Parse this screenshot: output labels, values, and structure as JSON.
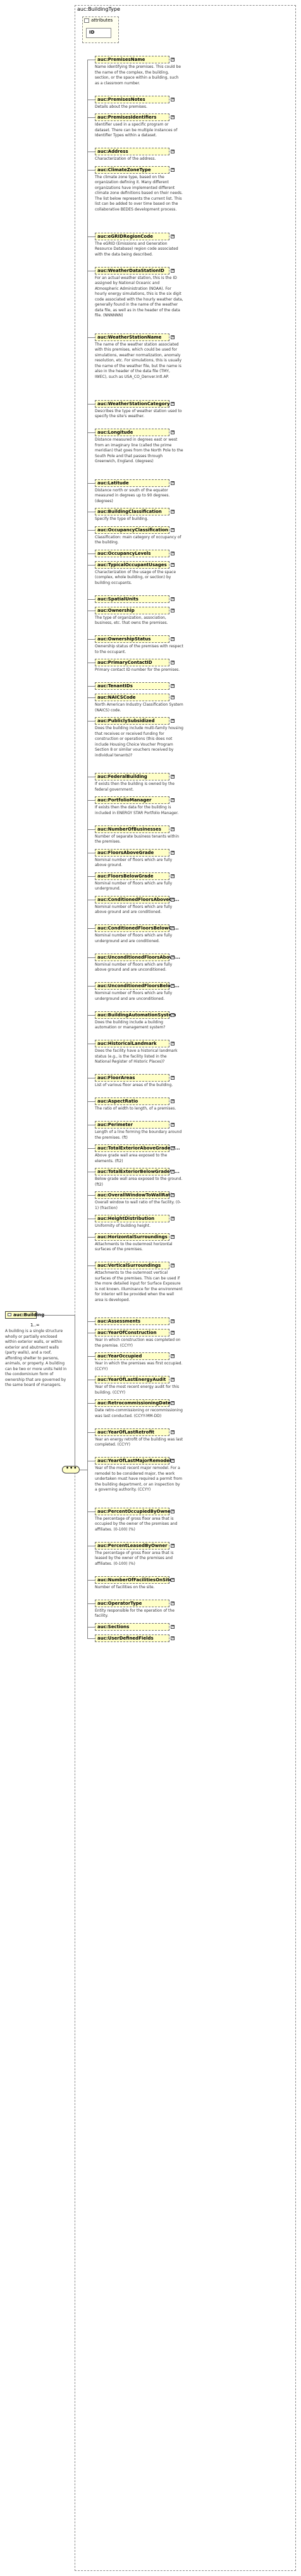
{
  "frame": {
    "title": "auc:BuildingType"
  },
  "attributes": {
    "label": "attributes",
    "id": "ID"
  },
  "root": {
    "name": "auc:Building",
    "cardinality": "1..∞",
    "description": "A building is a single structure wholly or partially enclosed within exterior walls, or within exterior and abutment walls (party walls), and a roof, affording shelter to persons, animals, or property. A building can be two or more units held in the condominium form of ownership that are governed by the same board of managers."
  },
  "sequence": {
    "symbol": "•••"
  },
  "elements": [
    {
      "name": "auc:PremisesName",
      "desc": "Name identifying the premises. This could be the name of the complex, the building, section, or the space within a building, such as a classroom number.",
      "card": ""
    },
    {
      "name": "auc:PremisesNotes",
      "desc": "Details about the premises.",
      "card": ""
    },
    {
      "name": "auc:PremisesIdentifiers",
      "desc": "Identifier used in a specific program or dataset. There can be multiple instances of Identifier Types within a dataset.",
      "card": ""
    },
    {
      "name": "auc:Address",
      "desc": "Characterization of the address.",
      "card": ""
    },
    {
      "name": "auc:ClimateZoneType",
      "desc": "The climate zone type, based on the organization defining it. Many different organizations have implemented different climate zone definitions based on their needs. The list below represents the current list. This list can be added to over time based on the collaborative BEDES development process.",
      "card": ""
    },
    {
      "name": "auc:eGRIDRegionCode",
      "desc": "The eGRID (Emissions and Generation Resource Database) region code associated with the data being described.",
      "card": ""
    },
    {
      "name": "auc:WeatherDataStationID",
      "desc": "For an actual weather station, this is the ID assigned by National Oceanic and Atmospheric Administration (NOAA). For hourly energy simulations, this is the six digit code associated with the hourly weather data, generally found in the name of the weather data file, as well as in the header of the data file. (NNNNNN)",
      "card": ""
    },
    {
      "name": "auc:WeatherStationName",
      "desc": "The name of the weather station associated with this premises, which could be used for simulations, weather normalization, anomaly resolution, etc. For simulations, this is usually the name of the weather file, but the name is also in the header of the data file (TMY, IWEC), such as USA_CO_Denver.Intl.AP.",
      "card": ""
    },
    {
      "name": "auc:WeatherStationCategory",
      "desc": "Describes the type of weather station used to specify the site's weather.",
      "card": ""
    },
    {
      "name": "auc:Longitude",
      "desc": "Distance measured in degrees east or west from an imaginary line (called the prime meridian) that goes from the North Pole to the South Pole and that passes through Greenwich, England. (degrees)",
      "card": ""
    },
    {
      "name": "auc:Latitude",
      "desc": "Distance north or south of the equator measured in degrees up to 90 degrees. (degrees)",
      "card": ""
    },
    {
      "name": "auc:BuildingClassification",
      "desc": "Specify the type of building.",
      "card": ""
    },
    {
      "name": "auc:OccupancyClassification",
      "desc": "Classification: main category of occupancy of the building.",
      "card": ""
    },
    {
      "name": "auc:OccupancyLevels",
      "desc": "",
      "card": ""
    },
    {
      "name": "auc:TypicalOccupantUsages",
      "desc": "Characterization of the usage of the space (complex, whole building, or section) by building occupants.",
      "card": ""
    },
    {
      "name": "auc:SpatialUnits",
      "desc": "",
      "card": ""
    },
    {
      "name": "auc:Ownership",
      "desc": "The type of organization, association, business, etc. that owns the premises.",
      "card": ""
    },
    {
      "name": "auc:OwnershipStatus",
      "desc": "Ownership status of the premises with respect to the occupant.",
      "card": ""
    },
    {
      "name": "auc:PrimaryContactID",
      "desc": "Primary contact ID number for the premises.",
      "card": ""
    },
    {
      "name": "auc:TenantIDs",
      "desc": "",
      "card": ""
    },
    {
      "name": "auc:NAICSCode",
      "desc": "North American Industry Classification System (NAICS) code.",
      "card": ""
    },
    {
      "name": "auc:PubliclySubsidized",
      "desc": "Does the building include multi-family housing that receives or received funding for construction or operations (this does not include Housing Choice Voucher Program Section 8 or similar vouchers received by individual tenants)?",
      "card": ""
    },
    {
      "name": "auc:FederalBuilding",
      "desc": "If exists then the building is owned by the federal government.",
      "card": ""
    },
    {
      "name": "auc:PortfolioManager",
      "desc": "If exists then the data for the building is included in ENERGY STAR Portfolio Manager.",
      "card": ""
    },
    {
      "name": "auc:NumberOfBusinesses",
      "desc": "Number of separate business tenants within the premises.",
      "card": ""
    },
    {
      "name": "auc:FloorsAboveGrade",
      "desc": "Nominal number of floors which are fully above ground.",
      "card": ""
    },
    {
      "name": "auc:FloorsBelowGrade",
      "desc": "Nominal number of floors which are fully underground.",
      "card": ""
    },
    {
      "name": "auc:ConditionedFloorsAboveGr...",
      "desc": "Nominal number of floors which are fully above ground and are conditioned.",
      "card": ""
    },
    {
      "name": "auc:ConditionedFloorsBelowGr...",
      "desc": "Nominal number of floors which are fully underground and are conditioned.",
      "card": ""
    },
    {
      "name": "auc:UnconditionedFloorsAbove...",
      "desc": "Nominal number of floors which are fully above ground and are unconditioned.",
      "card": ""
    },
    {
      "name": "auc:UnconditionedFloorsBelow...",
      "desc": "Nominal number of floors which are fully underground and are unconditioned.",
      "card": ""
    },
    {
      "name": "auc:BuildingAutomationSystem",
      "desc": "Does the building include a building automation or management system?",
      "card": ""
    },
    {
      "name": "auc:HistoricalLandmark",
      "desc": "Does the facility have a historical landmark status (e.g., is the facility listed in the National Register of Historic Places)?",
      "card": ""
    },
    {
      "name": "auc:FloorAreas",
      "desc": "List of various floor areas of the building.",
      "card": ""
    },
    {
      "name": "auc:AspectRatio",
      "desc": "The ratio of width to length, of a premises.",
      "card": ""
    },
    {
      "name": "auc:Perimeter",
      "desc": "Length of a line forming the boundary around the premises. (ft)",
      "card": ""
    },
    {
      "name": "auc:TotalExteriorAboveGradeW...",
      "desc": "Above grade wall area exposed to the elements. (ft2)",
      "card": ""
    },
    {
      "name": "auc:TotalExteriorBelowGradeW...",
      "desc": "Below grade wall area exposed to the ground. (ft2)",
      "card": ""
    },
    {
      "name": "auc:OverallWindowToWallRatio",
      "desc": "Overall window to wall ratio of the facility. (0-1) (fraction)",
      "card": ""
    },
    {
      "name": "auc:HeightDistribution",
      "desc": "Uniformity of building height.",
      "card": ""
    },
    {
      "name": "auc:HorizontalSurroundings",
      "desc": "Attachments to the outermost horizontal surfaces of the premises.",
      "card": ""
    },
    {
      "name": "auc:VerticalSurroundings",
      "desc": "Attachments to the outermost vertical surfaces of the premises. This can be used if the more detailed input for Surface Exposure is not known. Illuminance for the environment for interior will be provided when the wall area is developed.",
      "card": ""
    },
    {
      "name": "auc:Assessments",
      "desc": "",
      "card": ""
    },
    {
      "name": "auc:YearOfConstruction",
      "desc": "Year in which construction was completed on the premise. (CCYY)",
      "card": ""
    },
    {
      "name": "auc:YearOccupied",
      "desc": "Year in which the premises was first occupied. (CCYY)",
      "card": ""
    },
    {
      "name": "auc:YearOfLastEnergyAudit",
      "desc": "Year of the most recent energy audit for this building. (CCYY)",
      "card": ""
    },
    {
      "name": "auc:RetrocommissioningDate",
      "desc": "Date retro-commissioning or recommissioning was last conducted. (CCYY-MM-DD)",
      "card": ""
    },
    {
      "name": "auc:YearOfLastRetrofit",
      "desc": "Year an energy retrofit of the building was last completed. (CCYY)",
      "card": ""
    },
    {
      "name": "auc:YearOfLastMajorRemodel",
      "desc": "Year of the most recent major remodel. For a remodel to be considered major, the work undertaken must have required a permit from the building department, or an inspection by a governing authority. (CCYY)",
      "card": ""
    },
    {
      "name": "auc:PercentOccupiedByOwner",
      "desc": "The percentage of gross floor area that is occupied by the owner of the premises and affiliates. (0-100) (%)",
      "card": ""
    },
    {
      "name": "auc:PercentLeasedByOwner",
      "desc": "The percentage of gross floor area that is leased by the owner of the premises and affiliates. (0-100) (%)",
      "card": ""
    },
    {
      "name": "auc:NumberOfFacilitiesOnSite",
      "desc": "Number of facilities on the site.",
      "card": ""
    },
    {
      "name": "auc:OperatorType",
      "desc": "Entity responsible for the operation of the facility.",
      "card": ""
    },
    {
      "name": "auc:Sections",
      "desc": "",
      "card": ""
    },
    {
      "name": "auc:UserDefinedFields",
      "desc": "",
      "card": ""
    }
  ]
}
